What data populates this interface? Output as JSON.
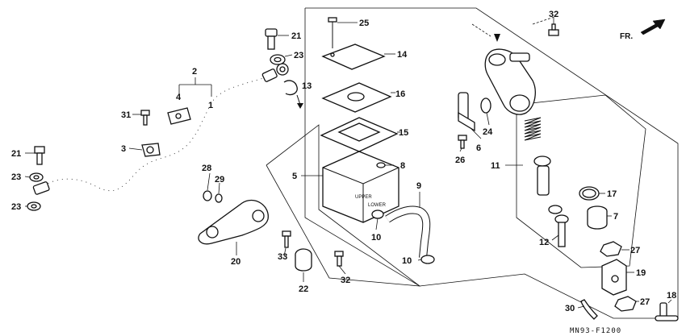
{
  "diagram": {
    "code": "MN93-F1200",
    "direction_label": "FR."
  },
  "callouts": {
    "c1": "1",
    "c2": "2",
    "c3": "3",
    "c4": "4",
    "c5": "5",
    "c6": "6",
    "c7": "7",
    "c8": "8",
    "c9": "9",
    "c10a": "10",
    "c10b": "10",
    "c11": "11",
    "c12": "12",
    "c13": "13",
    "c14": "14",
    "c15": "15",
    "c16": "16",
    "c17": "17",
    "c18": "18",
    "c19": "19",
    "c20": "20",
    "c21a": "21",
    "c21b": "21",
    "c22": "22",
    "c23a": "23",
    "c23b": "23",
    "c23c": "23",
    "c24": "24",
    "c25": "25",
    "c26": "26",
    "c27a": "27",
    "c27b": "27",
    "c28": "28",
    "c29": "29",
    "c30": "30",
    "c31": "31",
    "c32a": "32",
    "c32b": "32",
    "c33": "33"
  },
  "reservoir_embossing": {
    "upper": "UPPER",
    "lower": "LOWER"
  }
}
